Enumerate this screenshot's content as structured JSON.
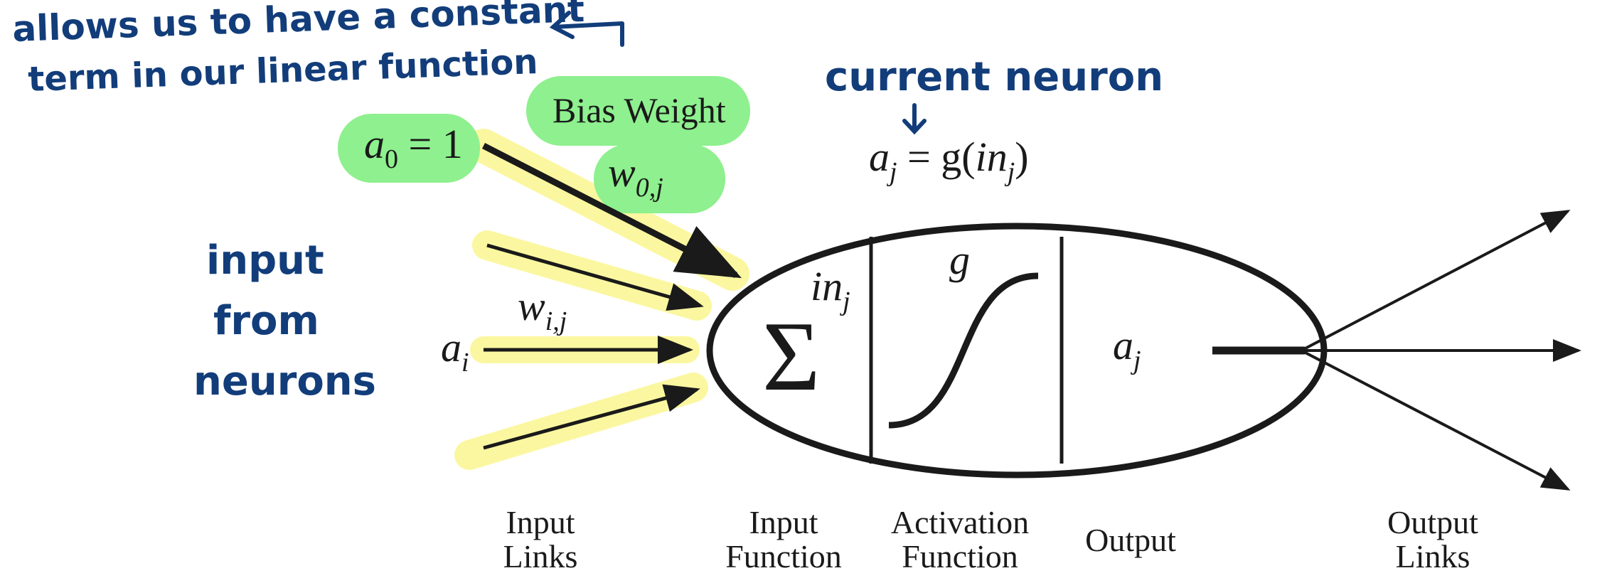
{
  "colors": {
    "handwriting": "#123d7a",
    "highlight_yellow": "#fbf7a0",
    "highlight_green": "#8ef08e",
    "ink": "#1a1a1a"
  },
  "notes": {
    "bias_note_line1": "allows us to have a constant",
    "bias_note_line2": "term in our linear function",
    "current_neuron": "current neuron",
    "input_line1": "input",
    "input_line2": "from",
    "input_line3": "neurons"
  },
  "bias": {
    "a0_symbol": "a",
    "a0_sub": "0",
    "a0_rest": " = 1",
    "label": "Bias Weight",
    "w_symbol": "w",
    "w_sub": "0,j"
  },
  "formula": {
    "a": "a",
    "a_sub": "j",
    "eq": " = g(",
    "in": "in",
    "in_sub": "j",
    "close": ")"
  },
  "inputs": {
    "ai_symbol": "a",
    "ai_sub": "i",
    "wij_symbol": "w",
    "wij_sub": "i,j"
  },
  "neuron": {
    "sum_symbol": "Σ",
    "in_symbol": "in",
    "in_sub": "j",
    "g_symbol": "g",
    "out_symbol": "a",
    "out_sub": "j"
  },
  "captions": {
    "input_links_1": "Input",
    "input_links_2": "Links",
    "input_function_1": "Input",
    "input_function_2": "Function",
    "activation_function_1": "Activation",
    "activation_function_2": "Function",
    "output": "Output",
    "output_links_1": "Output",
    "output_links_2": "Links"
  }
}
